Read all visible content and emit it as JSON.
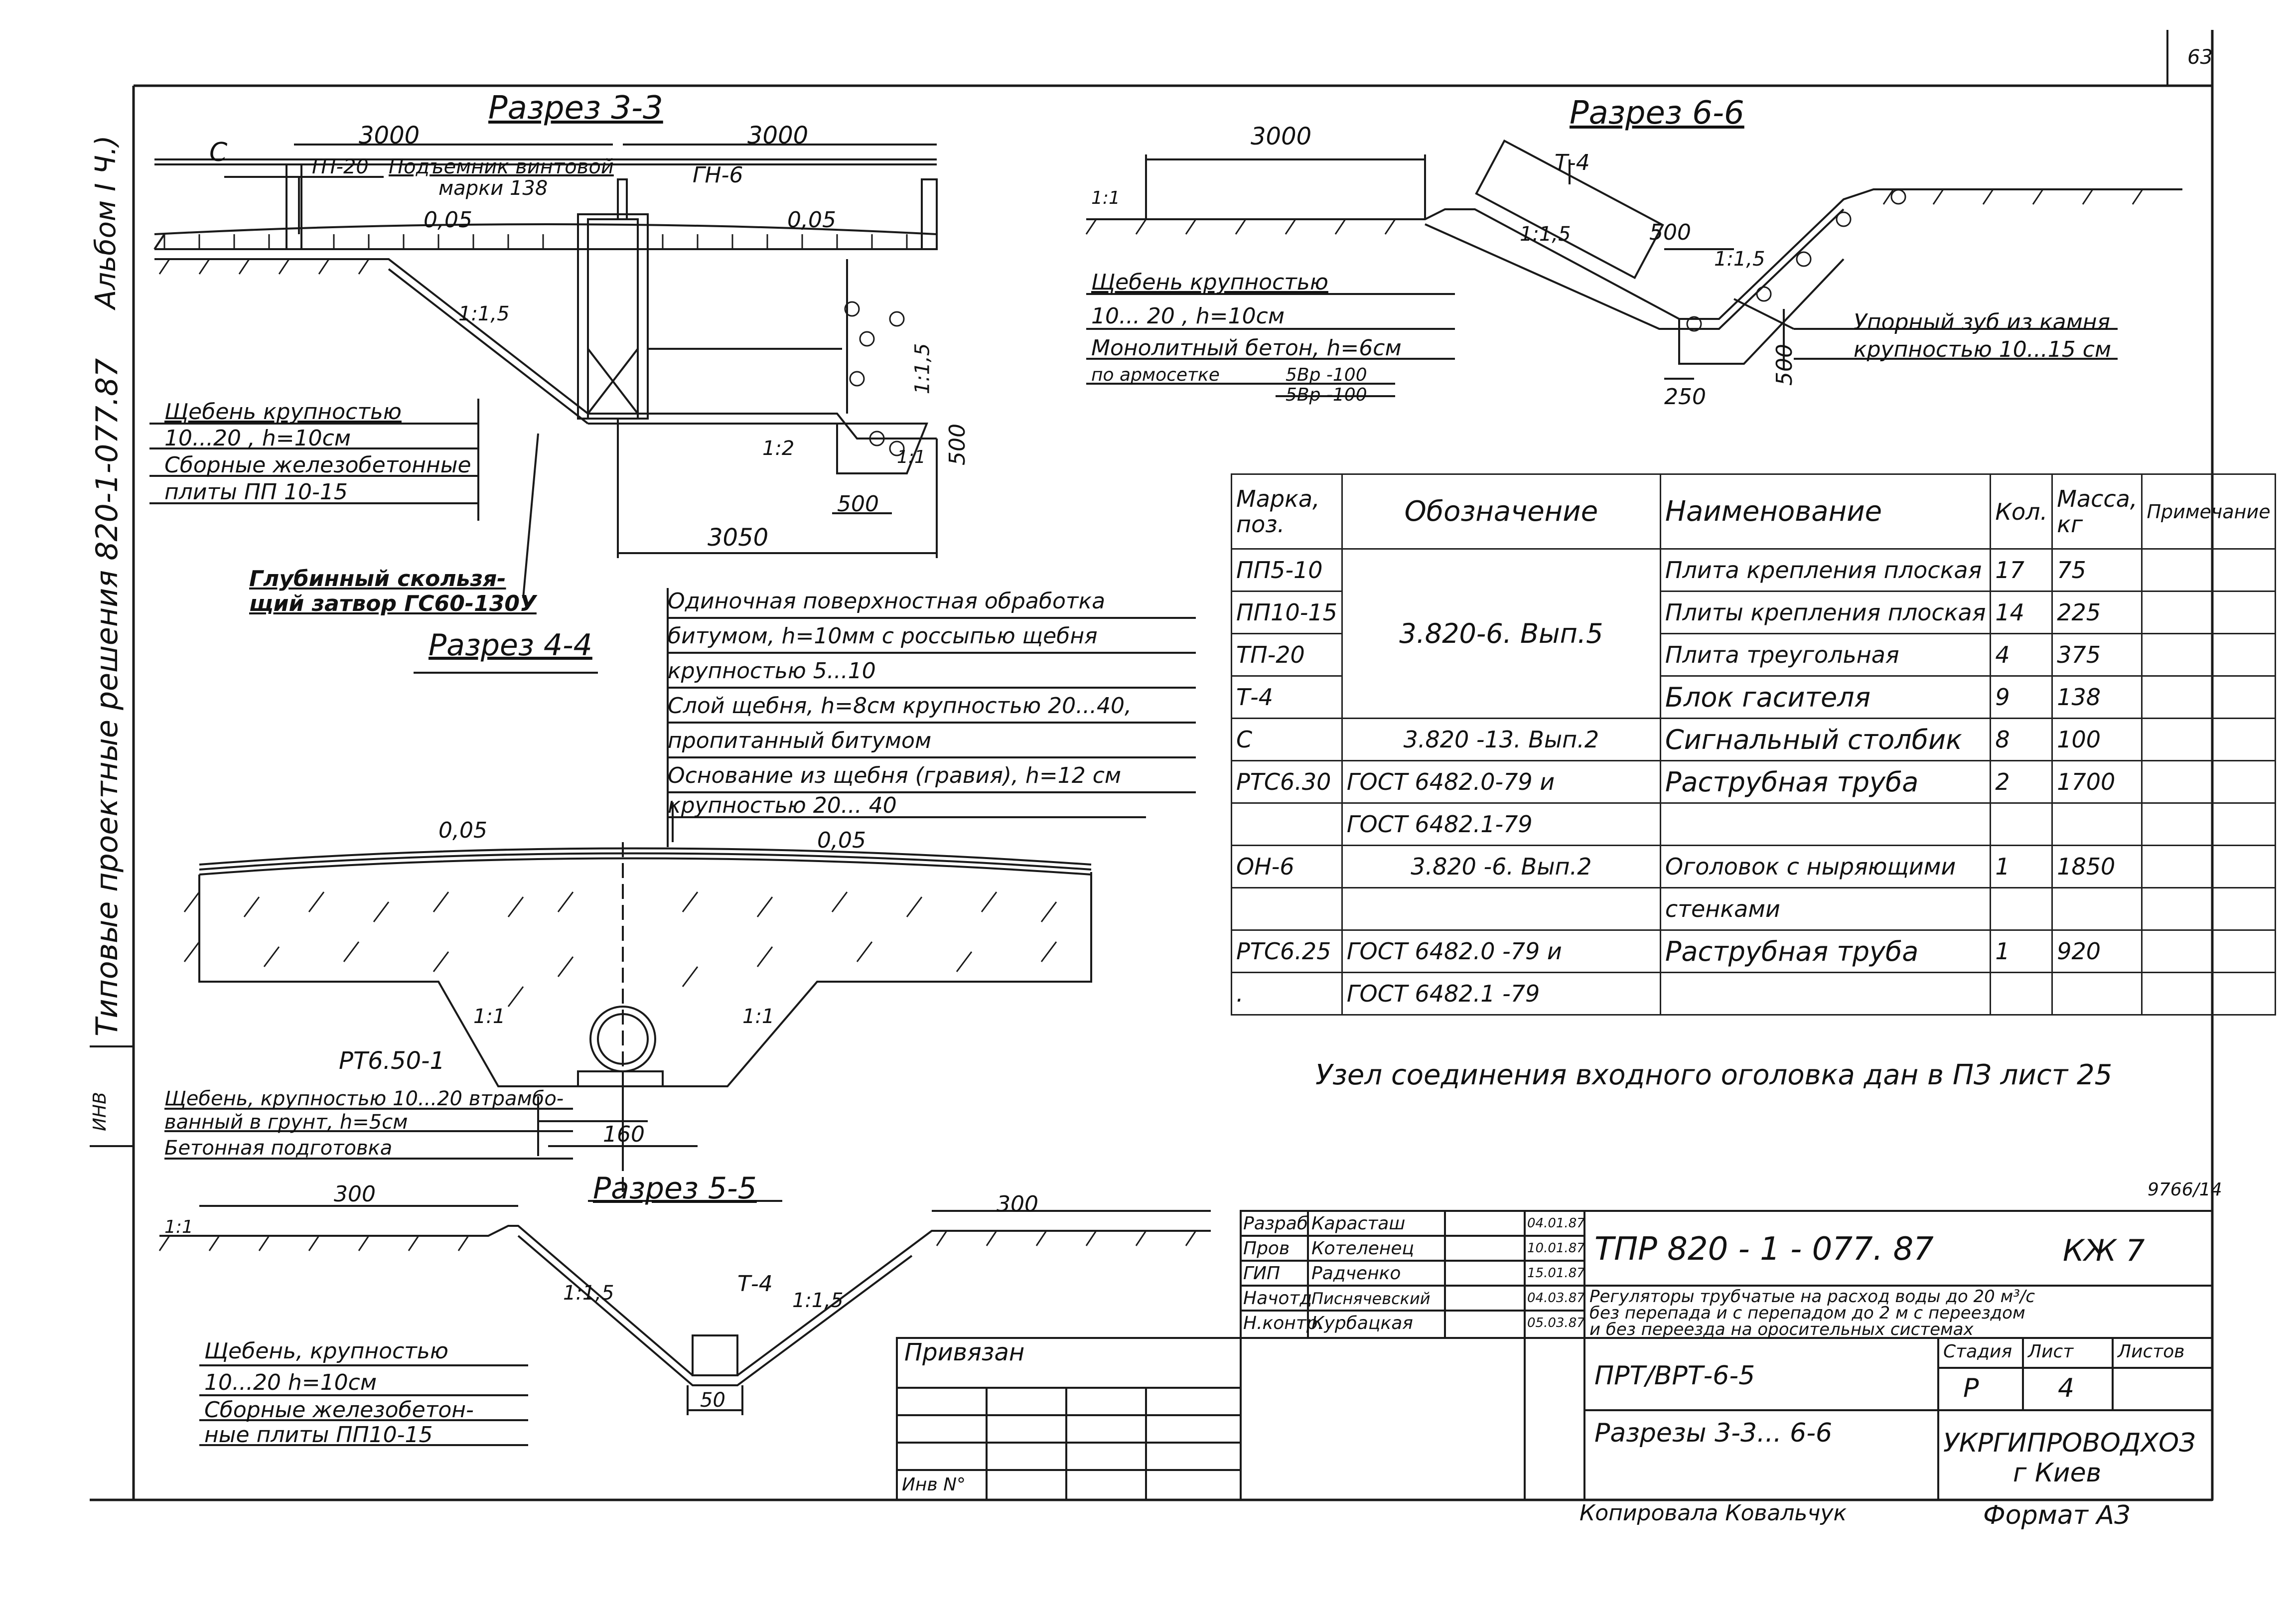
{
  "page_number": "63",
  "side_album": "Альбом Ⅰ Ч.)",
  "side_series": "Типовые проектные решения 820-1-077.87",
  "side_small": "ИНВ",
  "doc_code_side": "9766/14",
  "section_33": {
    "title": "Разрез 3-3",
    "dims": [
      "3000",
      "3000",
      "3050",
      "500",
      "500"
    ],
    "labels": {
      "c": "С",
      "tp20": "ТП-20",
      "lift": "Подъемник винтовой",
      "lift2": "марки 138",
      "gn6": "ГН-6",
      "slope1": "0,05",
      "slope2": "0,05",
      "r1": "1:1,5",
      "r2": "1:1,5",
      "r3": "1:2",
      "r4": "1:1"
    },
    "note": [
      "Щебень крупностью",
      "10...20 , h=10см",
      "Сборные железобетонные",
      "плиты ПП 10-15"
    ],
    "gate": [
      "Глубинный скользя-",
      "щий затвор ГС60-130У"
    ]
  },
  "section_66": {
    "title": "Разрез 6-6",
    "dims": [
      "3000",
      "500",
      "500",
      "250"
    ],
    "labels": {
      "t4": "Т-4",
      "r1": "1:1",
      "r2": "1:1,5",
      "r3": "1:1,5"
    },
    "note": [
      "Щебень крупностью",
      "10... 20 , h=10см",
      "Монолитный бетон, h=6см",
      "по армосетке",
      "5Вр -100",
      "5Вр -100"
    ],
    "tooth": [
      "Упорный зуб из камня",
      "крупностью 10...15 см"
    ]
  },
  "section_44": {
    "title": "Разрез 4-4",
    "notes": [
      "Одиночная поверхностная обработка",
      "битумом, h=10мм с россыпью щебня",
      "крупностью 5...10",
      "Слой щебня, h=8см крупностью 20...40,",
      "пропитанный битумом",
      "Основание из щебня (гравия), h=12 см",
      "крупностью 20... 40"
    ],
    "slope1": "0,05",
    "slope2": "0,05",
    "r1": "1:1",
    "r2": "1:1",
    "pipe": "РТ6.50-1",
    "dim": "160",
    "bottom_note": [
      "Щебень, крупностью 10...20 втрамбо-",
      "ванный в грунт, h=5см",
      "Бетонная подготовка"
    ]
  },
  "section_55": {
    "title": "Разрез 5-5",
    "dims": [
      "300",
      "300",
      "50"
    ],
    "labels": {
      "t4": "Т-4",
      "r1": "1:1",
      "r2": "1:1,5",
      "r3": "1:1,5"
    },
    "note": [
      "Щебень, крупностью",
      "10...20     h=10см",
      "Сборные железобетон-",
      "ные плиты ПП10-15"
    ]
  },
  "spec_table": {
    "headers": [
      "Марка, поз.",
      "Обозначение",
      "Наименование",
      "Кол.",
      "Масса, кг",
      "Примечание"
    ],
    "rows": [
      [
        "ПП5-10",
        "",
        "Плита крепления плоская",
        "17",
        "75",
        ""
      ],
      [
        "ПП10-15",
        "",
        "Плиты крепления плоская",
        "14",
        "225",
        ""
      ],
      [
        "ТП-20",
        "3.820-6. Вып.5",
        "Плита треугольная",
        "4",
        "375",
        ""
      ],
      [
        "Т-4",
        "",
        "Блок гасителя",
        "9",
        "138",
        ""
      ],
      [
        "С",
        "3.820 -13. Вып.2",
        "Сигнальный столбик",
        "8",
        "100",
        ""
      ],
      [
        "РТС6.30",
        "ГОСТ 6482.0-79 и",
        "Раструбная труба",
        "2",
        "1700",
        ""
      ],
      [
        "",
        "ГОСТ 6482.1-79",
        "",
        "",
        "",
        ""
      ],
      [
        "ОН-6",
        "3.820 -6. Вып.2",
        "Оголовок с ныряющими",
        "1",
        "1850",
        ""
      ],
      [
        "",
        "",
        "стенками",
        "",
        "",
        ""
      ],
      [
        "РТС6.25",
        "ГОСТ 6482.0 -79 и",
        "Раструбная труба",
        "1",
        "920",
        ""
      ],
      [
        ".",
        "ГОСТ 6482.1 -79",
        "",
        "",
        "",
        ""
      ]
    ]
  },
  "node_note": "Узел соединения входного оголовка дан в ПЗ лист 25",
  "title_block": {
    "roles": [
      "Разраб",
      "Пров",
      "ГИП",
      "Начотд",
      "Н.контр."
    ],
    "names": [
      "Карасташ",
      "Котеленец",
      "Радченко",
      "Писнячевский",
      "Курбацкая"
    ],
    "dates": [
      "04.01.87",
      "10.01.87",
      "15.01.87",
      "04.03.87",
      "05.03.87"
    ],
    "code": "ТПР 820 - 1 - 077. 87",
    "sheet_mark": "КЖ 7",
    "desc": [
      "Регуляторы трубчатые на расход воды до 20 м³/с",
      "без перепада и с перепадом до 2 м с переездом",
      "и без переезда на оросительных системах"
    ],
    "brand": "ПРТ/ВРТ-6-5",
    "stage_h": "Стадия",
    "sheet_h": "Лист",
    "sheets_h": "Листов",
    "stage": "Р",
    "sheet": "4",
    "sheet_title": "Разрезы 3-3... 6-6",
    "org": "УКРГИПРОВОДХОЗ",
    "city": "г Киев",
    "bound": "Привязан",
    "inv": "Инв N°",
    "copied": "Копировала Ковальчук",
    "format": "Формат А3"
  }
}
